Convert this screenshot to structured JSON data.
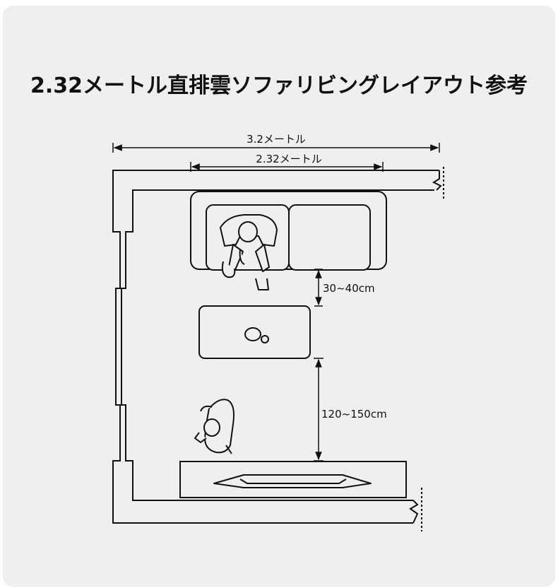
{
  "title": "2.32メートル直排雲ソファリビングレイアウト参考",
  "dimensions": {
    "room_width": "3.2メートル",
    "sofa_width": "2.32メートル",
    "sofa_to_table": "30~40cm",
    "table_to_tv": "120~150cm"
  },
  "colors": {
    "background": "#efefef",
    "line": "#111111"
  },
  "icons": {
    "person": "person-seated-icon",
    "dog": "dog-icon",
    "tv": "tv-icon"
  }
}
